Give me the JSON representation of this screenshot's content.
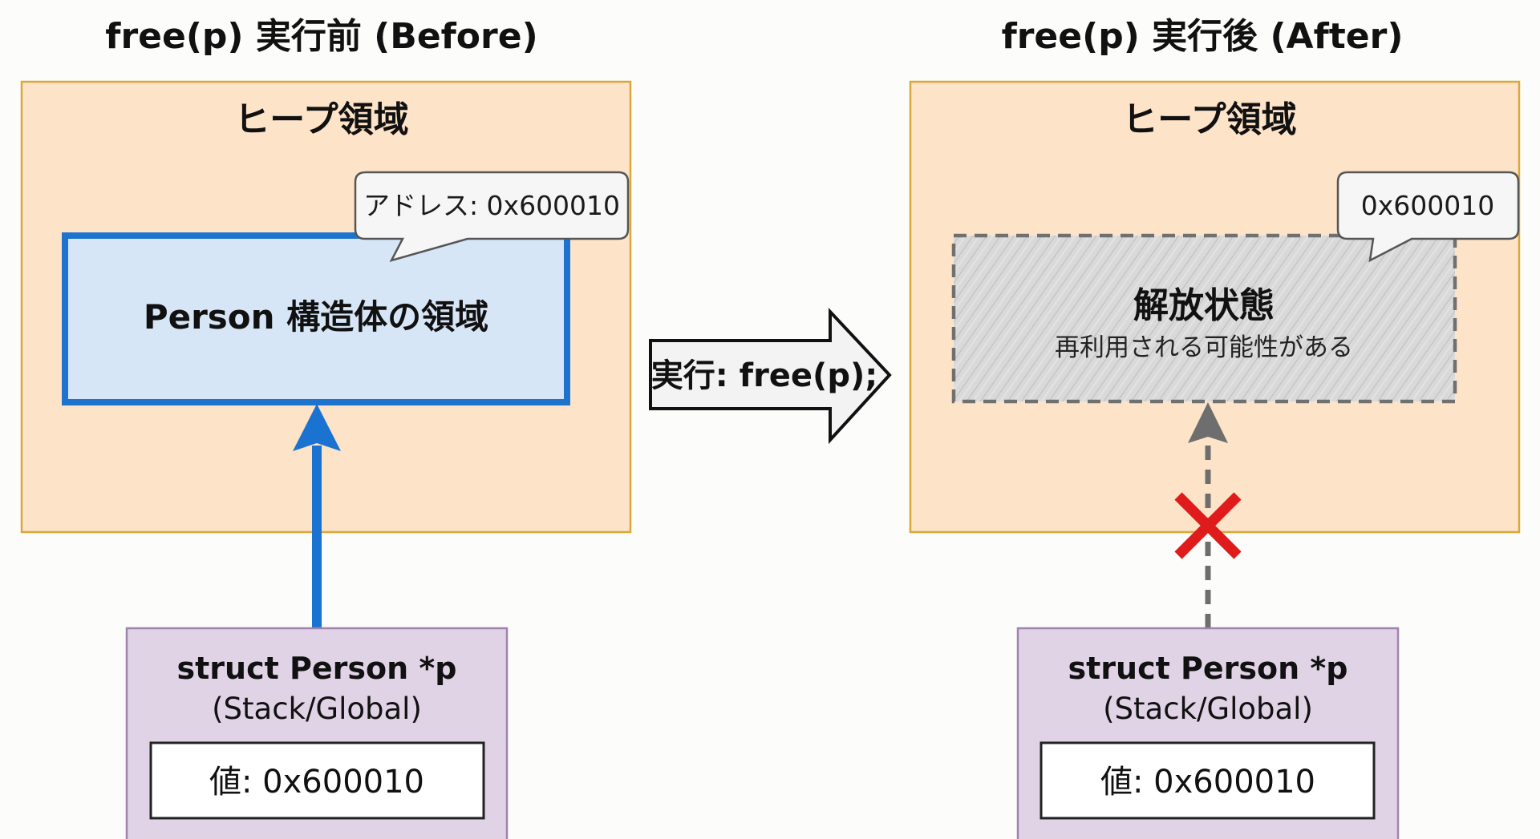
{
  "colors": {
    "background": "#fcfcfb",
    "heap_fill": "#fde3c8",
    "heap_border": "#d9a83a",
    "block_fill": "#d7e6f7",
    "block_border": "#1e74cc",
    "pointer_arrow": "#1a73d1",
    "freed_fill": "#d9d9d9",
    "freed_border": "#707070",
    "dangling_arrow": "#6e6e6e",
    "invalid_mark": "#e01b1b",
    "stack_fill": "#e1d3e6",
    "stack_border": "#a083ad",
    "bubble_fill": "#f6f6f6",
    "bubble_border": "#555555"
  },
  "before": {
    "title": "free(p) 実行前 (Before)",
    "heap_label": "ヒープ領域",
    "block_label": "Person 構造体の領域",
    "address_bubble": "アドレス: 0x600010",
    "pointer_state": "valid",
    "variable": {
      "name": "struct Person *p",
      "segment": "(Stack/Global)",
      "value": "値: 0x600010"
    }
  },
  "transition": {
    "label": "実行: free(p);",
    "icon": "right-arrow-icon"
  },
  "after": {
    "title": "free(p) 実行後 (After)",
    "heap_label": "ヒープ領域",
    "freed_label": "解放状態",
    "freed_sublabel": "再利用される可能性がある",
    "address_bubble": "0x600010",
    "pointer_state": "dangling",
    "invalid_icon": "cross-icon",
    "variable": {
      "name": "struct Person *p",
      "segment": "(Stack/Global)",
      "value": "値: 0x600010"
    }
  }
}
